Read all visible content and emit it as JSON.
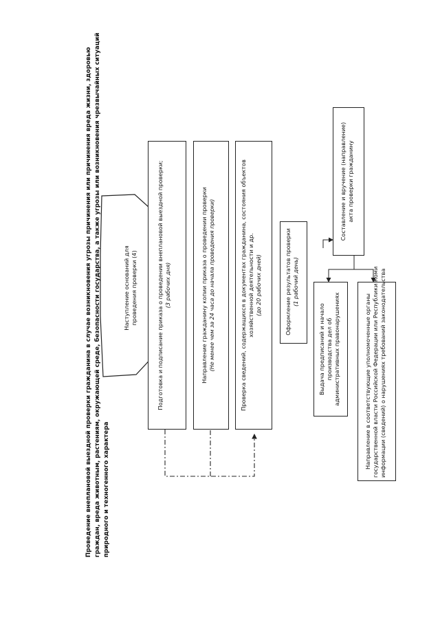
{
  "title": {
    "line1": "Проведение внеплановой выездной проверки гражданина в случае возникновения угрозы причинения или причинения вреда жизни, здоровью",
    "line2": "граждан, вреда животным, растениям, окружающей среде, безопасности государства, а также угрозы или возникновения чрезвычайных ситуаций",
    "line3": "природного и техногенного характера"
  },
  "start": {
    "line1": "Наступление оснований для",
    "line2": "проведения  проверки (4)"
  },
  "step1": {
    "text": "Подготовка и подписание приказа о проведении внеплановой выездной проверки;",
    "note": "(3 рабочих дня)"
  },
  "step2": {
    "text": "Направление гражданину копии приказа о проведении проверки",
    "note": "(Не менее чем за 24 часа до начала проведения проверки)"
  },
  "step3": {
    "line1": "Проверка сведений, содержащихся в документах гражданина, состояния объектов",
    "line2": "хозяйственной деятельности и др.",
    "note": "(до 20 рабочих дней)"
  },
  "step4": {
    "text": "Оформление результатов проверки",
    "note": "(1 рабочий день)"
  },
  "step5": {
    "line1": "Составление и вручение (направление)",
    "line2": "акта проверки гражданину"
  },
  "out1": {
    "line1": "Выдача предписаний и начало",
    "line2": "производства дел об",
    "line3": "административных правонарушениях"
  },
  "out2": {
    "line1": "Направление в соответствующие уполномоченные органы",
    "line2": "государственной власти Российской Федерации или Республики Коми",
    "line3": "информации (сведений) о нарушениях требований законодательства"
  }
}
